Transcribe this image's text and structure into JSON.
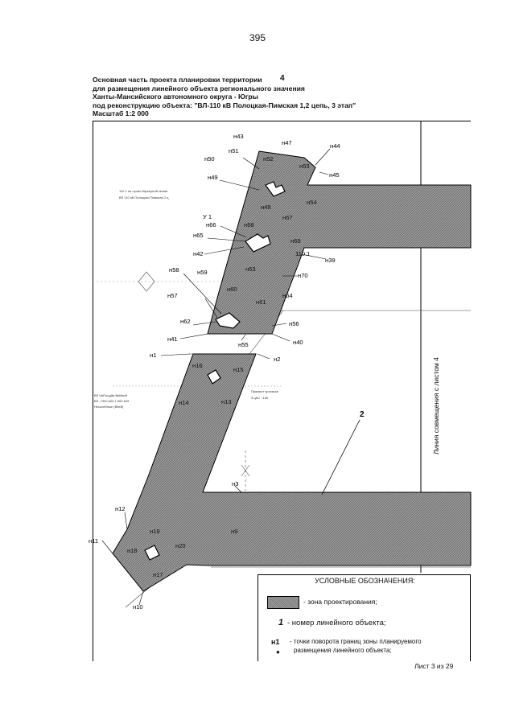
{
  "page_number": "395",
  "sheet_number": "4",
  "header_lines": [
    "Основная часть проекта планировки территории",
    "для размещения линейного объекта регионального значения",
    "Ханты-Мансийского автономного округа - Югры",
    "под реконструкцию объекта: \"ВЛ-110 кВ Полоцкая-Пимская 1,2 цепь, 3 этап\"",
    "Масштаб 1:2 000"
  ],
  "vertical_label": "Линия совмещения с листом 4",
  "object_number": "2",
  "mast_labels": {
    "u1": "У 1",
    "m110": "110:1"
  },
  "points": {
    "n1": "н1",
    "n2": "н2",
    "n3": "н3",
    "n9": "н9",
    "n10": "н10",
    "n11": "н11",
    "n12": "н12",
    "n13": "н13",
    "n14": "н14",
    "n15": "н15",
    "n16": "н16",
    "n17": "н17",
    "n18": "н18",
    "n19": "н19",
    "n20": "н20",
    "n39": "н39",
    "n40": "н40",
    "n41": "н41",
    "n42": "н42",
    "n43": "н43",
    "n44": "н44",
    "n45": "н45",
    "n47": "н47",
    "n48": "н48",
    "n49": "н49",
    "n50": "н50",
    "n51": "н51",
    "n52": "н52",
    "n53": "н53",
    "n54": "н54",
    "n55": "н55",
    "n56": "н56",
    "n57": "н57",
    "n58": "н58",
    "n59": "н59",
    "n60": "н60",
    "n61": "н61",
    "n62": "н62",
    "n63": "н63",
    "n64": "н64",
    "n65": "н65",
    "n66": "н66",
    "n67": "н67",
    "n68": "н68",
    "n69": "н69",
    "n70": "н70"
  },
  "tiny_text": {
    "a": "110 1          на лучах барьерной линии",
    "b": "ВЛ    110    кВ    Полоцкая                Пимская           2 ц",
    "c": "ВЛ    ЧиПоццйа                   ВиИвей",
    "d": "ВЛ    -7300     603      1    500    609",
    "e": "Несьпебные  (Вйей)",
    "f": "Примист                  прогарье",
    "g": "3  цАС  ~100"
  },
  "legend": {
    "title": "УСЛОВНЫЕ ОБОЗНАЧЕНИЯ:",
    "zone_text": "- зона проектирования;",
    "line_symbol": "1",
    "line_text": "-  номер линейного объекта;",
    "point_symbol": "н1",
    "point_text_1": "- точки поворота границ зоны планируемого",
    "point_text_2": "размещения линейного объекта;"
  },
  "footer": "Лист 3 из 29"
}
